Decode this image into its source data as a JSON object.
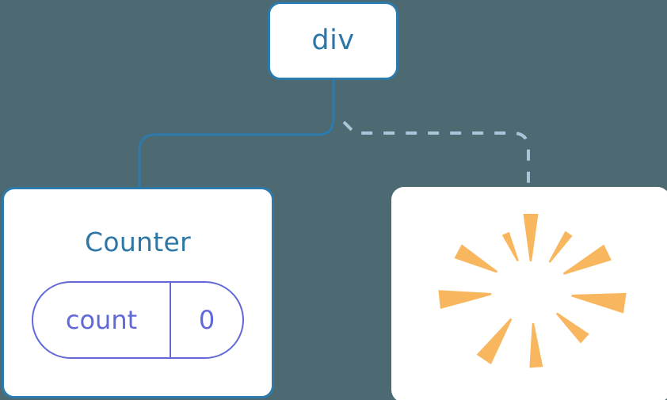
{
  "diagram": {
    "title": "component-tree-diagram",
    "background_color": "#4d6a72",
    "nodes": {
      "root": {
        "label": "div",
        "type": "dom-element",
        "border_color": "#2d7aad",
        "text_color": "#2d76a6",
        "fill": "#ffffff"
      },
      "counter": {
        "label": "Counter",
        "type": "component",
        "border_color": "#2d7aad",
        "text_color": "#2d76a6",
        "fill": "#ffffff",
        "state": {
          "key": "count",
          "value": "0",
          "color": "#6168d8"
        }
      },
      "sparkle": {
        "label": "",
        "type": "render-burst",
        "fill": "#ffffff",
        "icon": "sparkle-burst-icon",
        "ray_color": "#f8b75f",
        "ray_count": 10
      }
    },
    "edges": [
      {
        "name": "edge-div-to-counter",
        "from": "root",
        "to": "counter",
        "style": "solid",
        "color": "#2d7aad",
        "width": 3
      },
      {
        "name": "edge-div-to-sparkle",
        "from": "root",
        "to": "sparkle",
        "style": "dashed",
        "color": "#a7c6da",
        "width": 4,
        "dash": "14 14"
      }
    ]
  },
  "sparkle_rays": [
    {
      "angle": -90,
      "inner": 36,
      "outer": 96,
      "half_w": 9.5
    },
    {
      "angle": -56,
      "inner": 42,
      "outer": 86,
      "half_w": 5.5
    },
    {
      "angle": -26,
      "inner": 46,
      "outer": 108,
      "half_w": 11
    },
    {
      "angle": 8,
      "inner": 52,
      "outer": 120,
      "half_w": 13
    },
    {
      "angle": 42,
      "inner": 44,
      "outer": 92,
      "half_w": 8
    },
    {
      "angle": 86,
      "inner": 42,
      "outer": 98,
      "half_w": 8.5
    },
    {
      "angle": 124,
      "inner": 44,
      "outer": 106,
      "half_w": 11
    },
    {
      "angle": 174,
      "inner": 50,
      "outer": 116,
      "half_w": 12
    },
    {
      "angle": 208,
      "inner": 48,
      "outer": 104,
      "half_w": 10
    },
    {
      "angle": 246,
      "inner": 40,
      "outer": 78,
      "half_w": 5
    }
  ]
}
